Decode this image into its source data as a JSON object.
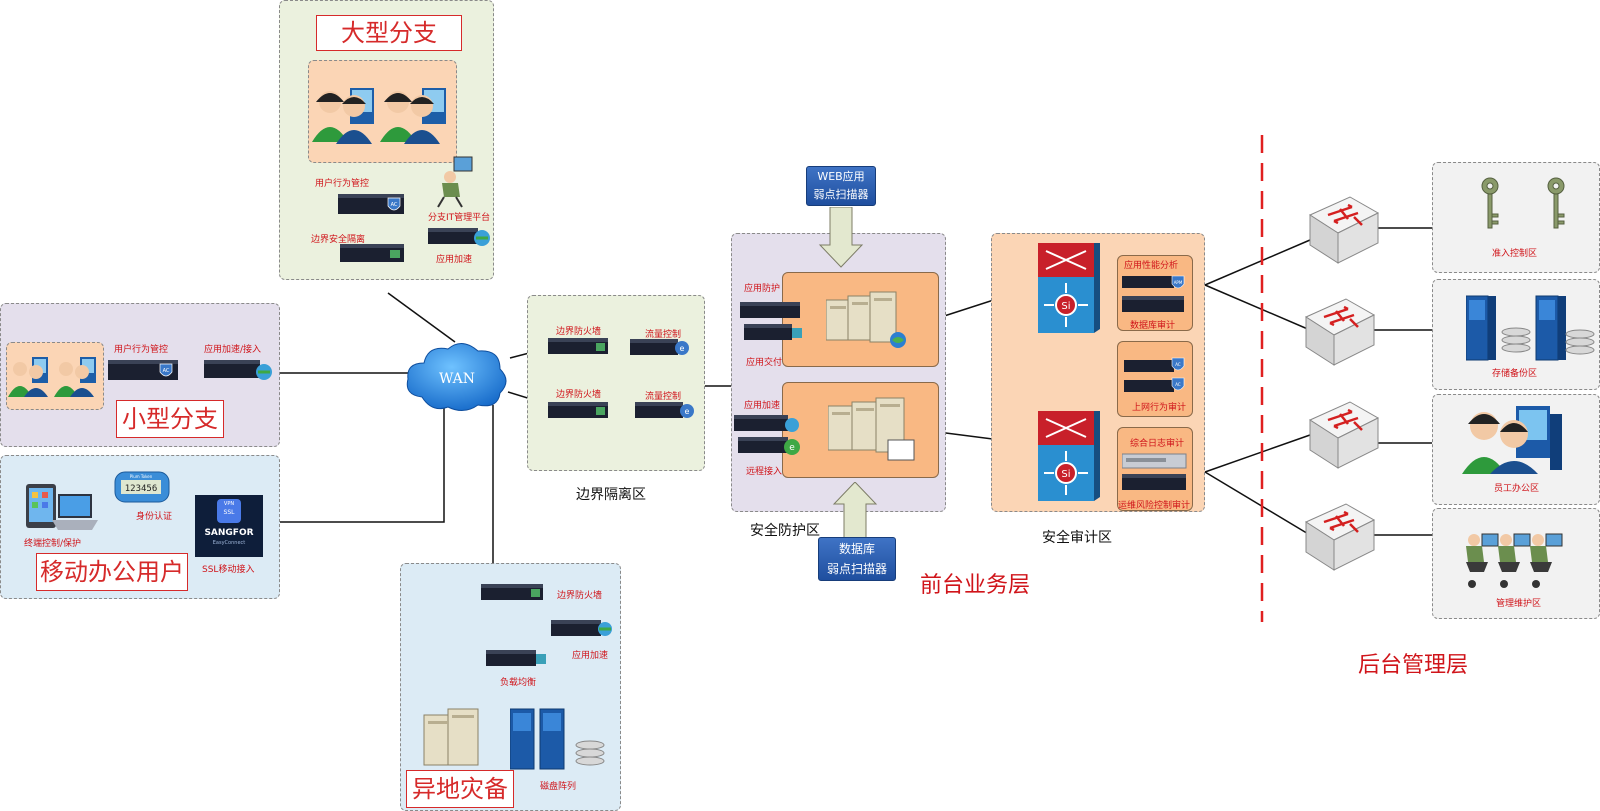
{
  "wan": {
    "label": "WAN"
  },
  "large_branch": {
    "title": "大型分支",
    "user_behavior": "用户行为管控",
    "it_platform": "分支IT管理平台",
    "border_isolation": "边界安全隔离",
    "app_accel": "应用加速"
  },
  "small_branch": {
    "title": "小型分支",
    "user_behavior": "用户行为管控",
    "app_accel_access": "应用加速/接入"
  },
  "mobile": {
    "title": "移动办公用户",
    "terminal": "终端控制/保护",
    "auth": "身份认证",
    "ssl": "SSL移动接入",
    "token_text": "123456",
    "token_label": "Plum Token",
    "brand": "SANGFOR",
    "brand_sub": "EasyConnect",
    "vpn": "VPN",
    "ssl_badge": "SSL"
  },
  "dr": {
    "title": "异地灾备",
    "firewall": "边界防火墙",
    "app_accel": "应用加速",
    "load_balance": "负载均衡",
    "disk_array": "磁盘阵列"
  },
  "border_zone": {
    "label": "边界隔离区",
    "fw1": "边界防火墙",
    "flow1": "流量控制",
    "fw2": "边界防火墙",
    "flow2": "流量控制"
  },
  "security_zone": {
    "label": "安全防护区",
    "app_protect": "应用防护",
    "app_delivery": "应用交付",
    "app_accel": "应用加速",
    "remote_access": "远程接入"
  },
  "web_scanner": {
    "line1": "WEB应用",
    "line2": "弱点扫描器"
  },
  "db_scanner": {
    "line1": "数据库",
    "line2": "弱点扫描器"
  },
  "audit_zone": {
    "label": "安全审计区",
    "perf": "应用性能分析",
    "db_audit": "数据库审计",
    "web_behavior": "上网行为审计",
    "log_audit": "综合日志审计",
    "ops_risk": "运维风险控制审计"
  },
  "layers": {
    "front": "前台业务层",
    "back": "后台管理层"
  },
  "back_zones": {
    "access": "准入控制区",
    "storage": "存储备份区",
    "staff": "员工办公区",
    "mgmt": "管理维护区"
  },
  "colors": {
    "label_red": "#d0141a",
    "dash_red": "#e02020"
  }
}
